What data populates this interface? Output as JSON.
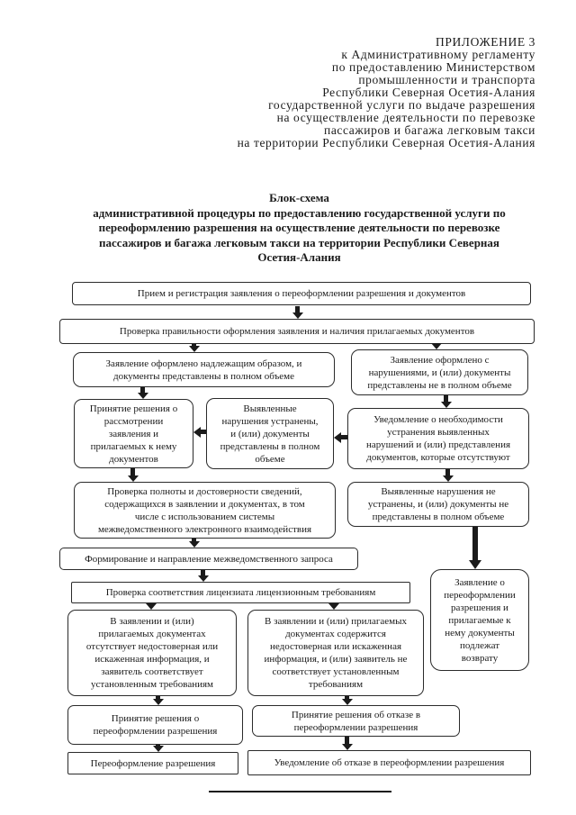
{
  "header": {
    "lines": [
      "ПРИЛОЖЕНИЕ 3",
      "к Административному регламенту",
      "по предоставлению Министерством",
      "промышленности и транспорта",
      "Республики Северная Осетия-Алания",
      "государственной услуги по выдаче разрешения",
      "на осуществление деятельности по перевозке",
      "пассажиров и багажа легковым такси",
      "на территории Республики Северная Осетия-Алания"
    ]
  },
  "title": {
    "lines": [
      "Блок-схема",
      "административной процедуры по предоставлению государственной услуги по",
      "переоформлению разрешения на осуществление деятельности по перевозке",
      "пассажиров и багажа легковым такси на территории Республики Северная",
      "Осетия-Алания"
    ]
  },
  "flowchart": {
    "nodes": {
      "receive_registration": "Прием и регистрация заявления о переоформлении разрешения и документов",
      "check_formatting": "Проверка правильности оформления заявления и наличия прилагаемых документов",
      "proper_application": [
        "Заявление оформлено надлежащим образом, и",
        "документы представлены в полном объеме"
      ],
      "violations_application": [
        "Заявление оформлено с",
        "нарушениями, и (или) документы",
        "представлены не в полном объеме"
      ],
      "decision_consider": [
        "Принятие решения о",
        "рассмотрении",
        "заявления и",
        "прилагаемых к нему",
        "документов"
      ],
      "violations_fixed": [
        "Выявленные",
        "нарушения устранены,",
        "и (или) документы",
        "представлены в полном",
        "объеме"
      ],
      "notice_fix": [
        "Уведомление о необходимости",
        "устранения выявленных",
        "нарушений и (или) представления",
        "документов, которые отсутствуют"
      ],
      "check_completeness": [
        "Проверка полноты и достоверности сведений,",
        "содержащихся в заявлении и документах, в том",
        "числе с использованием системы",
        "межведомственного электронного взаимодействия"
      ],
      "violations_not_fixed": [
        "Выявленные нарушения не",
        "устранены, и (или) документы не",
        "представлены в полном объеме"
      ],
      "interagency_request": "Формирование и направление межведомственного запроса",
      "license_check": "Проверка соответствия лицензиата лицензионным требованиям",
      "info_valid": [
        "В заявлении и (или)",
        "прилагаемых документах",
        "отсутствует недостоверная или",
        "искаженная информация, и",
        "заявитель соответствует",
        "установленным требованиям"
      ],
      "info_invalid": [
        "В заявлении и (или) прилагаемых",
        "документах содержится",
        "недостоверная или искаженная",
        "информация, и (или) заявитель не",
        "соответствует установленным",
        "требованиям"
      ],
      "return_application": [
        "Заявление о",
        "переоформлении",
        "разрешения и",
        "прилагаемые к",
        "нему документы",
        "подлежат",
        "возврату"
      ],
      "decision_reissue": [
        "Принятие решения о",
        "переоформлении разрешения"
      ],
      "reissue": "Переоформление разрешения",
      "decision_refuse": [
        "Принятие решения об отказе в",
        "переоформлении разрешения"
      ],
      "refusal_notice": "Уведомление об отказе в переоформлении разрешения"
    },
    "edges": [
      {
        "from": "receive_registration",
        "to": "check_formatting"
      },
      {
        "from": "check_formatting",
        "to": "proper_application"
      },
      {
        "from": "check_formatting",
        "to": "violations_application"
      },
      {
        "from": "proper_application",
        "to": "decision_consider"
      },
      {
        "from": "violations_application",
        "to": "notice_fix"
      },
      {
        "from": "notice_fix",
        "to": "violations_fixed"
      },
      {
        "from": "violations_fixed",
        "to": "decision_consider"
      },
      {
        "from": "decision_consider",
        "to": "check_completeness"
      },
      {
        "from": "notice_fix",
        "to": "violations_not_fixed"
      },
      {
        "from": "check_completeness",
        "to": "interagency_request"
      },
      {
        "from": "violations_not_fixed",
        "to": "return_application"
      },
      {
        "from": "interagency_request",
        "to": "license_check"
      },
      {
        "from": "license_check",
        "to": "info_valid"
      },
      {
        "from": "license_check",
        "to": "info_invalid"
      },
      {
        "from": "info_valid",
        "to": "decision_reissue"
      },
      {
        "from": "info_invalid",
        "to": "decision_refuse"
      },
      {
        "from": "decision_reissue",
        "to": "reissue"
      },
      {
        "from": "decision_refuse",
        "to": "refusal_notice"
      }
    ]
  },
  "colors": {
    "paper": "#ffffff",
    "ink": "#1b1b1b",
    "border": "#2b2b2b"
  }
}
